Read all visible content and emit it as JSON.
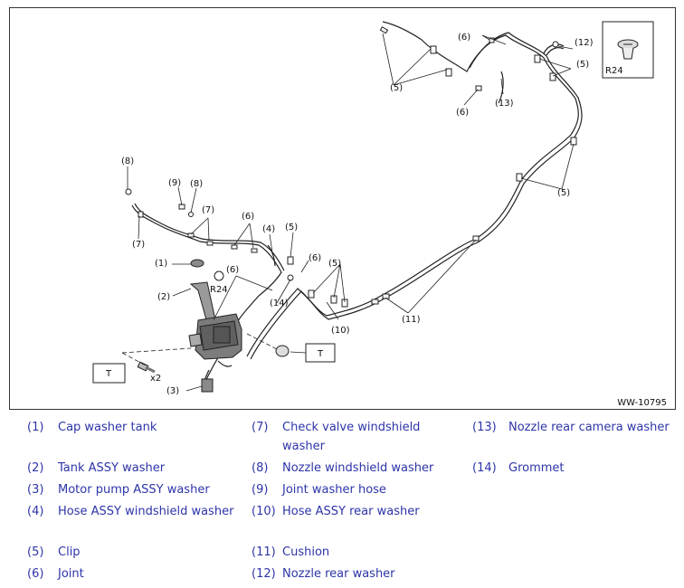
{
  "diagram": {
    "code": "WW-10795",
    "callouts": [
      "(1)",
      "(2)",
      "(3)",
      "(4)",
      "(5)",
      "(6)",
      "(7)",
      "(8)",
      "(9)",
      "(10)",
      "(11)",
      "(12)",
      "(13)",
      "(14)"
    ],
    "torque_mark": "T",
    "quantity_mark": "x2",
    "part_code": "R24"
  },
  "legend": [
    {
      "num": "(1)",
      "text": "Cap washer tank"
    },
    {
      "num": "(2)",
      "text": "Tank ASSY washer"
    },
    {
      "num": "(3)",
      "text": "Motor pump ASSY washer"
    },
    {
      "num": "(4)",
      "text": "Hose ASSY windshield washer"
    },
    {
      "num": "(5)",
      "text": "Clip"
    },
    {
      "num": "(6)",
      "text": "Joint"
    },
    {
      "num": "(7)",
      "text": "Check valve windshield washer"
    },
    {
      "num": "(8)",
      "text": "Nozzle windshield washer"
    },
    {
      "num": "(9)",
      "text": "Joint washer hose"
    },
    {
      "num": "(10)",
      "text": "Hose ASSY rear washer"
    },
    {
      "num": "(11)",
      "text": "Cushion"
    },
    {
      "num": "(12)",
      "text": "Nozzle rear washer"
    },
    {
      "num": "(13)",
      "text": "Nozzle rear camera washer"
    },
    {
      "num": "(14)",
      "text": "Grommet"
    }
  ]
}
